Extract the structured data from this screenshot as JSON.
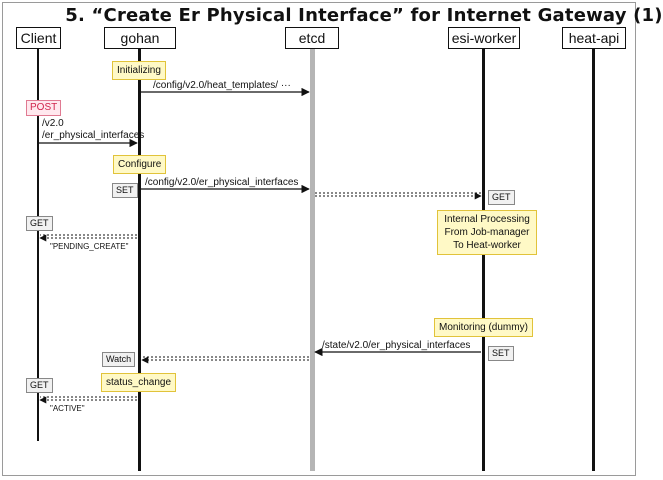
{
  "title": "5. “Create Er Physical Interface” for Internet Gateway (1)",
  "actors": {
    "client": "Client",
    "gohan": "gohan",
    "etcd": "etcd",
    "esi_worker": "esi-worker",
    "heat_api": "heat-api"
  },
  "notes": {
    "initializing": "Initializing",
    "configure": "Configure",
    "internal_processing": [
      "Internal Processing",
      "From Job-manager",
      "To Heat-worker"
    ],
    "monitoring": "Monitoring (dummy)",
    "status_change": "status_change"
  },
  "tags": {
    "post": "POST",
    "set1": "SET",
    "get_esi": "GET",
    "get_client1": "GET",
    "set2": "SET",
    "watch": "Watch",
    "get_client2": "GET"
  },
  "messages": {
    "heat_templates": "/config/v2.0/heat_templates/ ···",
    "post_path_1": "/v2.0",
    "post_path_2": "/er_physical_interfaces",
    "config_er": "/config/v2.0/er_physical_interfaces",
    "pending_create": "\"PENDING_CREATE\"",
    "state_er": "/state/v2.0/er_physical_interfaces",
    "active": "\"ACTIVE\""
  }
}
